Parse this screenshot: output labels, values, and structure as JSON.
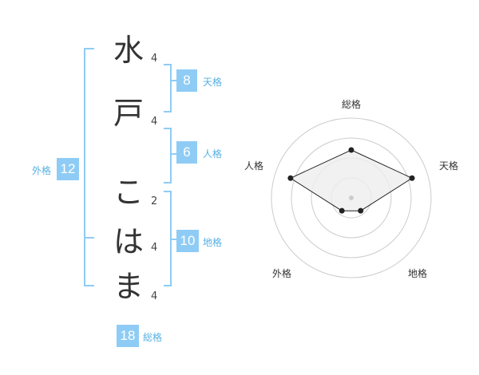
{
  "name_chars": [
    {
      "char": "水",
      "strokes": "4"
    },
    {
      "char": "戸",
      "strokes": "4"
    },
    {
      "char": "こ",
      "strokes": "2"
    },
    {
      "char": "は",
      "strokes": "4"
    },
    {
      "char": "ま",
      "strokes": "4"
    }
  ],
  "fortunes": {
    "tenkaku": {
      "value": "8",
      "label": "天格"
    },
    "jinkaku": {
      "value": "6",
      "label": "人格"
    },
    "chikaku": {
      "value": "10",
      "label": "地格"
    },
    "gaikaku": {
      "value": "12",
      "label": "外格"
    },
    "soukaku": {
      "value": "18",
      "label": "総格"
    }
  },
  "chart_data": {
    "type": "radar",
    "axes": [
      "総格",
      "天格",
      "地格",
      "外格",
      "人格"
    ],
    "values": [
      3,
      4,
      1,
      1,
      4
    ],
    "max": 5,
    "rings": 4,
    "colors": {
      "accent": "#8fccf5",
      "fill": "#eeeeee",
      "grid": "#cccccc",
      "line": "#222222"
    }
  }
}
